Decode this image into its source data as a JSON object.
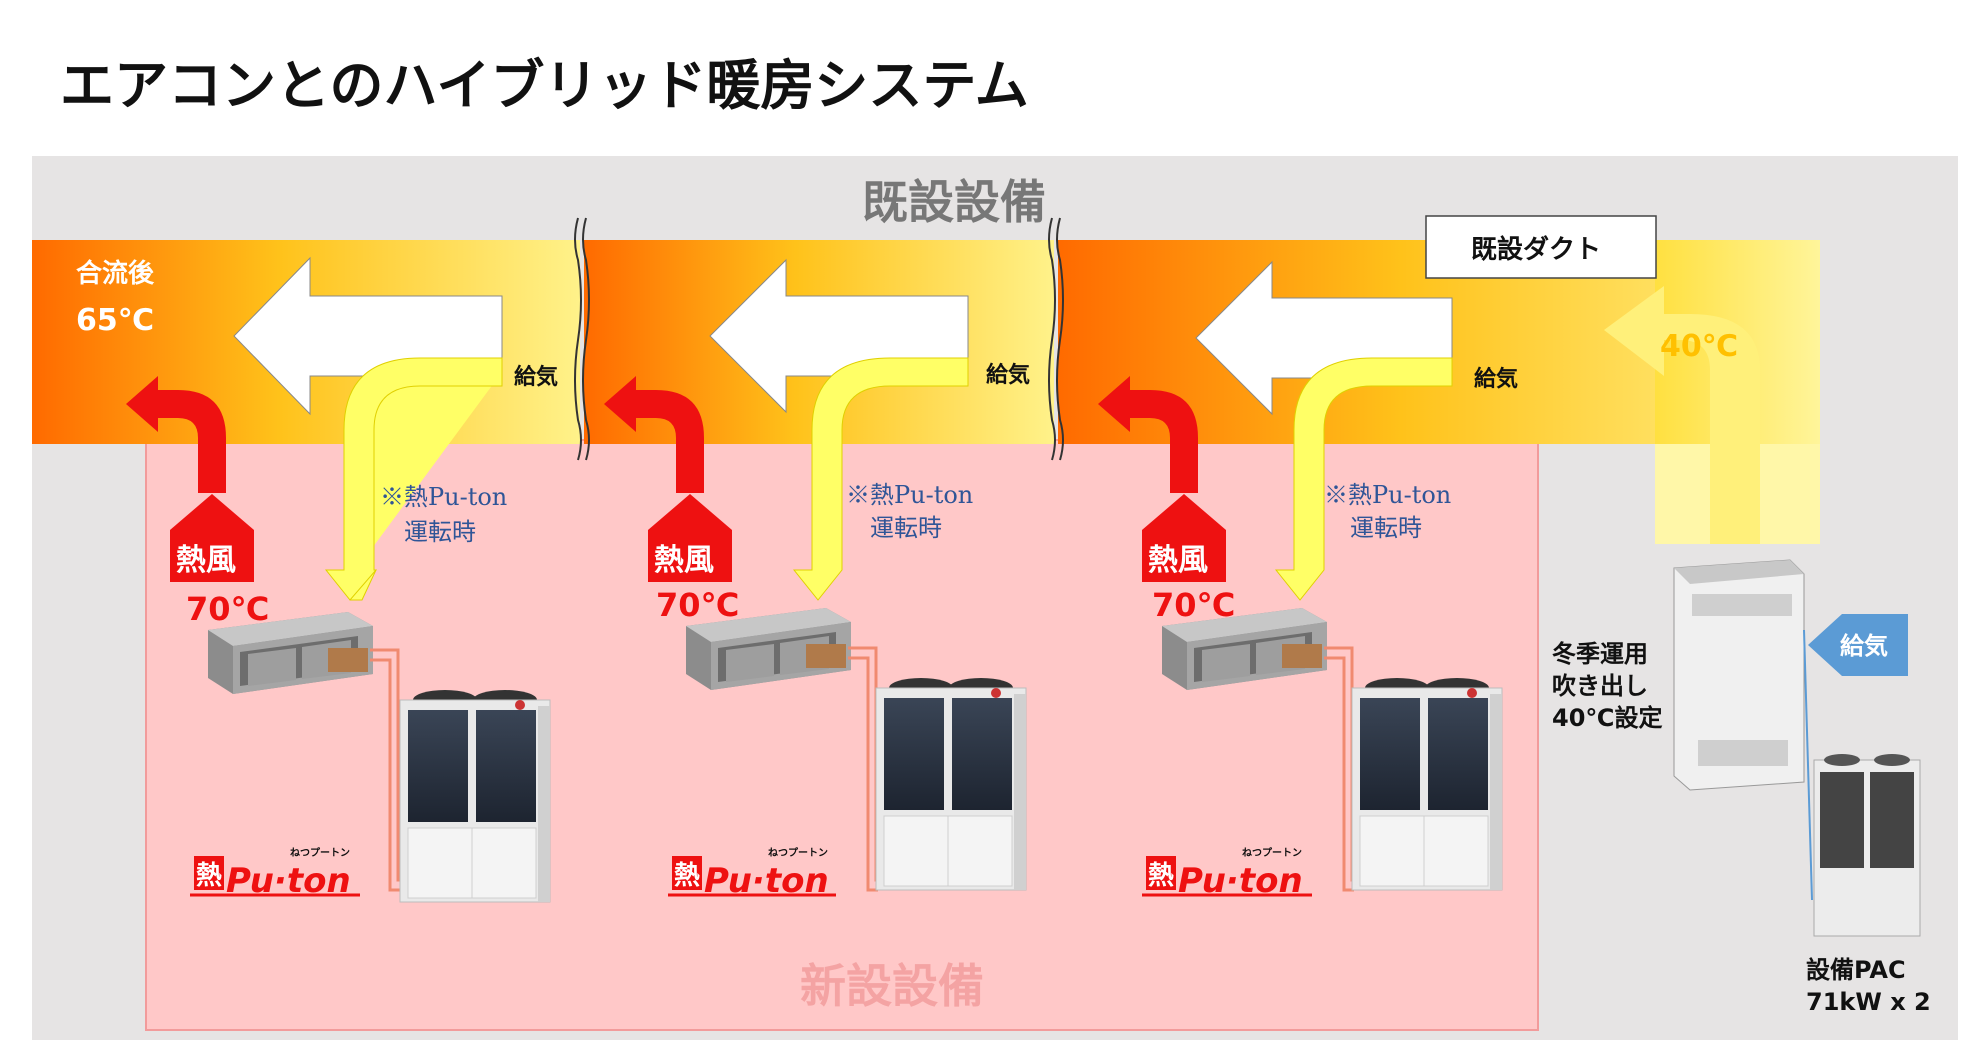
{
  "title": "エアコンとのハイブリッド暖房システム",
  "existing_label": "既設設備",
  "new_label": "新設設備",
  "duct_label": "既設ダクト",
  "merged_label_1": "合流後",
  "merged_label_2": "65℃",
  "supply_label": "給気",
  "supply_40": "40℃",
  "note_line1": "※熱Pu-ton",
  "note_line2": "運転時",
  "hot_air": "熱風",
  "hot_temp": "70℃",
  "brand_kanji": "熱",
  "brand_small": "ねつプートン",
  "brand_name": "Pu·ton",
  "outside_supply": "給気",
  "winter_line1": "冬季運用",
  "winter_line2": "吹き出し",
  "winter_line3": "40℃設定",
  "pac_line1": "設備PAC",
  "pac_line2": "71kW x 2",
  "colors": {
    "hot_red": "#ee1111",
    "duct_yellow": "#fff380",
    "duct_orange": "#ff6a00",
    "new_area": "#ffc8c8",
    "existing_area": "#e6e4e4",
    "label_blue": "#2f5597",
    "supply_blue": "#5b9bd5"
  }
}
